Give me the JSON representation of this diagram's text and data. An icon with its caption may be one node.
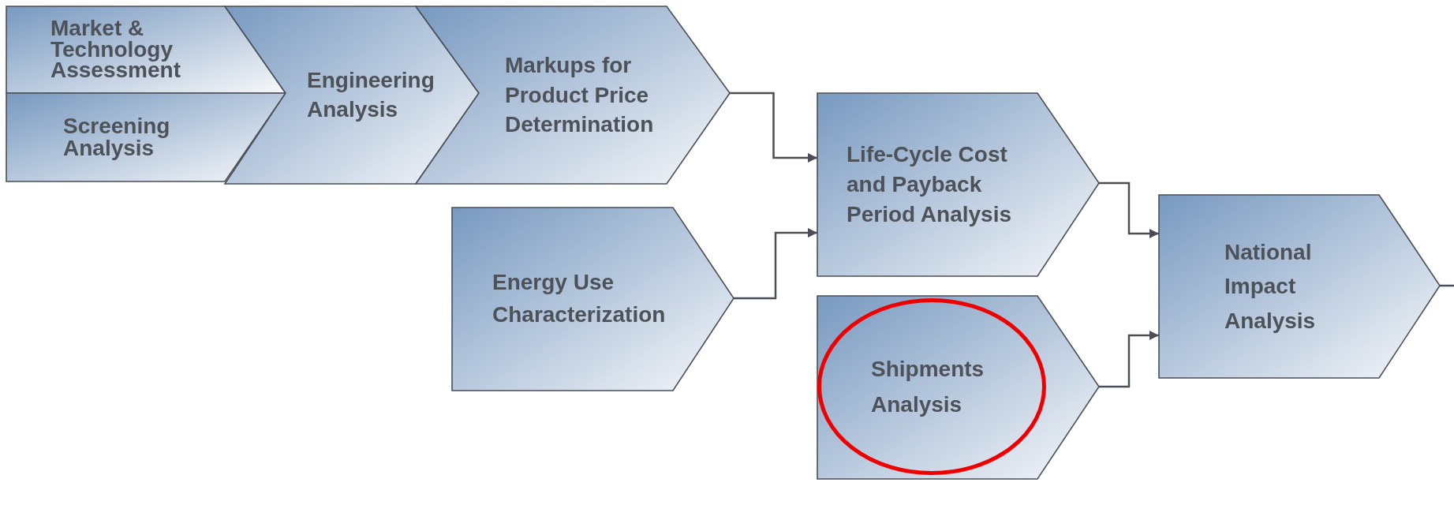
{
  "diagram": {
    "nodes": [
      {
        "text": [
          "Market & Technology Assessment"
        ]
      },
      {
        "text": [
          "Screening Analysis"
        ]
      },
      {
        "text": [
          "Engineering Analysis"
        ]
      },
      {
        "text": [
          "Markups for Product Price Determination"
        ]
      },
      {
        "text": [
          "Life-Cycle Cost and Payback Period Analysis"
        ]
      },
      {
        "text": [
          "Energy Use Characterization"
        ]
      },
      {
        "text": [
          "Shipments Analysis"
        ]
      },
      {
        "text": [
          "National Impact Analysis"
        ]
      }
    ],
    "edges": [
      {
        "from": 3,
        "to": 4,
        "arrow": "to"
      },
      {
        "from": 5,
        "to": 4,
        "arrow": "to"
      },
      {
        "from": 4,
        "to": 7,
        "arrow": "to"
      },
      {
        "from": 6,
        "to": 7,
        "arrow": "to"
      },
      {
        "from": 7,
        "to": null,
        "arrow": "none"
      }
    ]
  }
}
